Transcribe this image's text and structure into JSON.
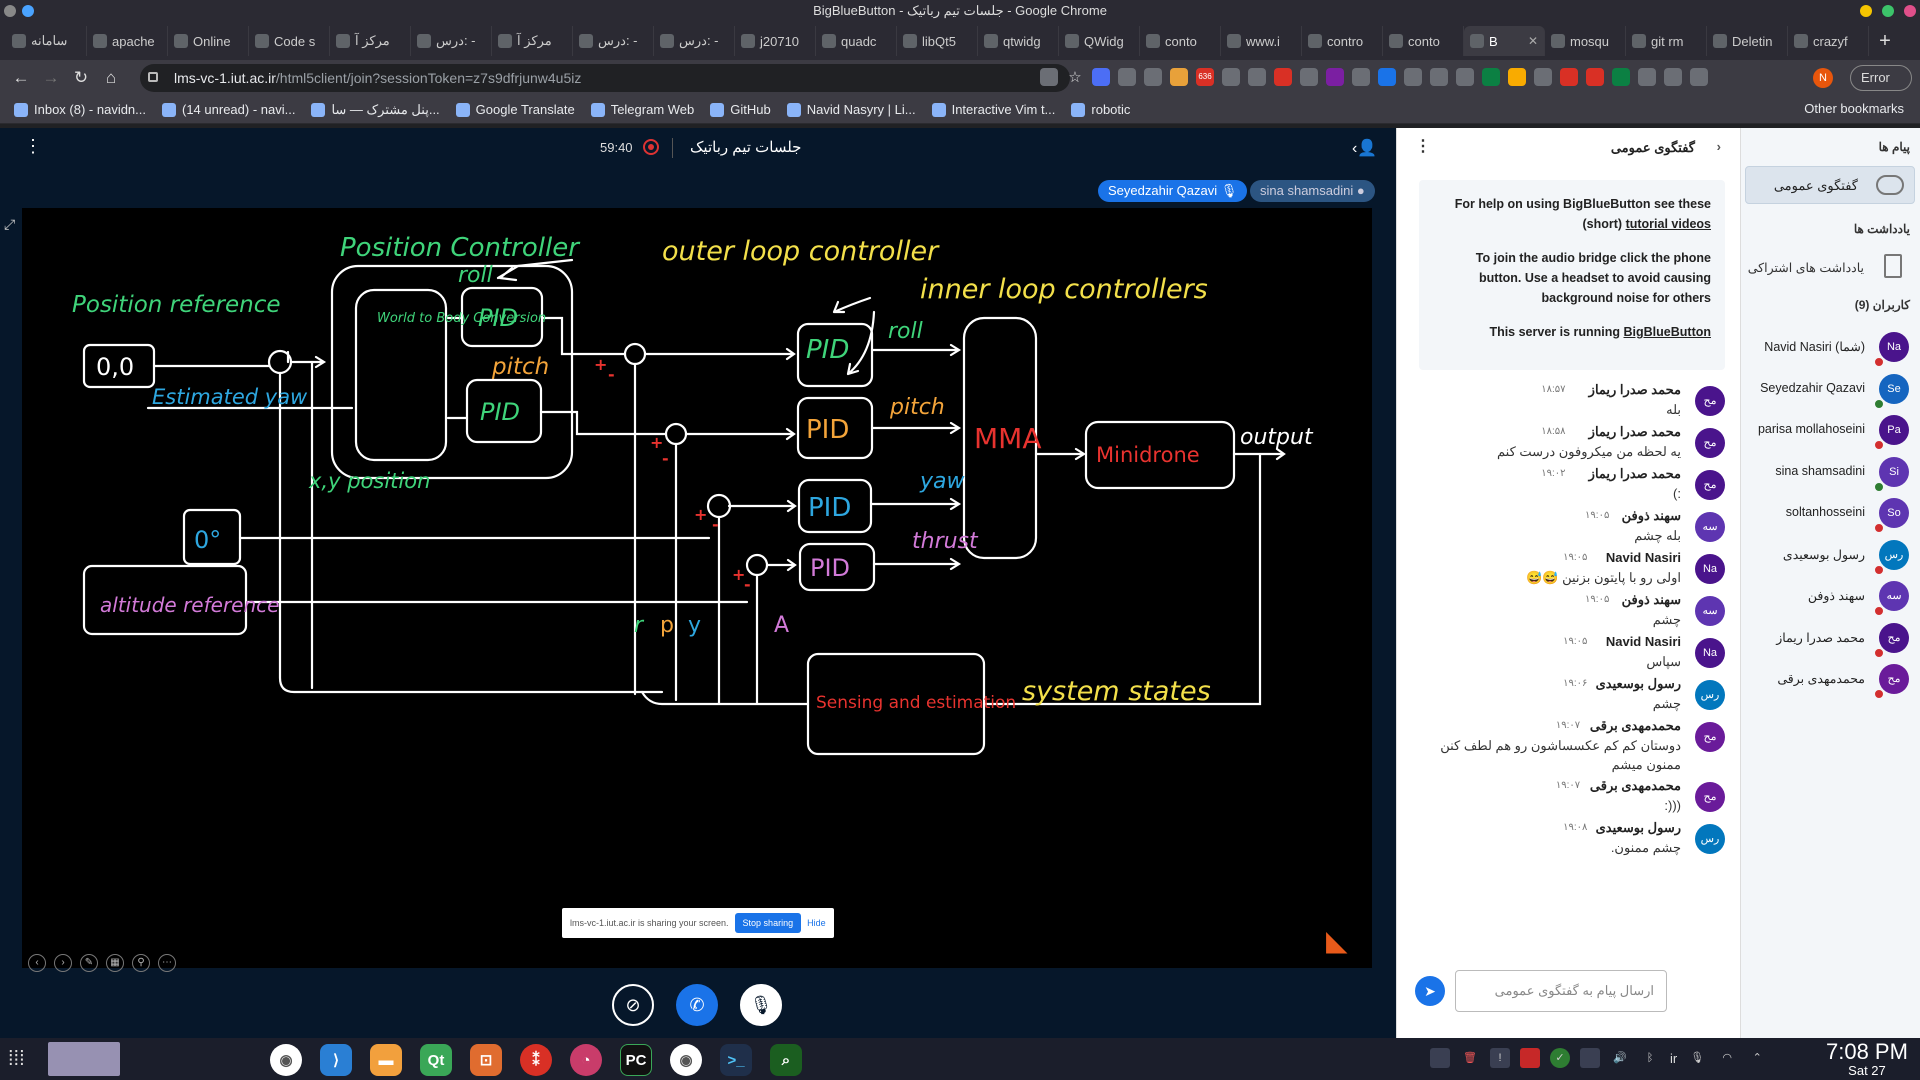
{
  "window": {
    "title": "BigBlueButton - جلسات تیم رباتیک - Google Chrome"
  },
  "tabs": [
    {
      "label": "سامانه"
    },
    {
      "label": "apache"
    },
    {
      "label": "Online"
    },
    {
      "label": "Code s"
    },
    {
      "label": "مرکز آ"
    },
    {
      "label": "درس: -"
    },
    {
      "label": "مرکز آ"
    },
    {
      "label": "درس: -"
    },
    {
      "label": "درس: -"
    },
    {
      "label": "j20710"
    },
    {
      "label": "quadc"
    },
    {
      "label": "libQt5"
    },
    {
      "label": "qtwidg"
    },
    {
      "label": "QWidg"
    },
    {
      "label": "conto"
    },
    {
      "label": "www.i"
    },
    {
      "label": "contro"
    },
    {
      "label": "conto"
    },
    {
      "label": "B"
    },
    {
      "label": "mosqu"
    },
    {
      "label": "git rm"
    },
    {
      "label": "Deletin"
    },
    {
      "label": "crazyf"
    }
  ],
  "omnibox": {
    "host": "lms-vc-1.iut.ac.ir",
    "path": "/html5client/join?sessionToken=z7s9dfrjunw4u5iz"
  },
  "browser": {
    "error_label": "Error",
    "profile_initial": "N",
    "badge_count": "636"
  },
  "bookmarks": [
    {
      "label": "Inbox (8) - navidn..."
    },
    {
      "label": "(14 unread) - navi..."
    },
    {
      "label": "پنل مشترک — سا..."
    },
    {
      "label": "Google Translate"
    },
    {
      "label": "Telegram Web"
    },
    {
      "label": "GitHub"
    },
    {
      "label": "Navid Nasyry | Li..."
    },
    {
      "label": "Interactive Vim t..."
    },
    {
      "label": "robotic"
    }
  ],
  "other_bookmarks": "Other bookmarks",
  "meeting": {
    "title": "جلسات تیم رباتیک",
    "recording_time": "59:40"
  },
  "talkers": [
    {
      "name": "Seyedzahir Qazavi",
      "active": true
    },
    {
      "name": "sina shamsadini",
      "active": false
    }
  ],
  "whiteboard": {
    "labels": {
      "position_controller": "Position Controller",
      "outer_loop": "outer loop controller",
      "inner_loop": "inner loop controllers",
      "position_reference": "Position reference",
      "origin": "0,0",
      "estimated_yaw": "Estimated yaw",
      "world_to_body": "World to Body Conversion",
      "roll": "roll",
      "pitch": "pitch",
      "yaw": "yaw",
      "thrust": "thrust",
      "pid": "PID",
      "xy_position": "x,y position",
      "zero_deg": "0°",
      "altitude_reference": "altitude reference",
      "mma": "MMA",
      "minidrone": "Minidrone",
      "output": "output",
      "sensing": "Sensing and estimation",
      "system_states": "system states",
      "r": "r",
      "p": "p",
      "y": "y",
      "a": "A"
    }
  },
  "screenshare": {
    "text": "lms-vc-1.iut.ac.ir is sharing your screen.",
    "stop": "Stop sharing",
    "hide": "Hide"
  },
  "chat": {
    "title": "گفتگوی عمومی",
    "welcome": {
      "p1": "For help on using BigBlueButton see these (short)",
      "p1_link": "tutorial videos",
      "p2": "To join the audio bridge click the phone button. Use a headset to avoid causing background noise for others",
      "p3": "This server is running",
      "p3_link": "BigBlueButton"
    },
    "messages": [
      {
        "name": "محمد صدرا ریماز",
        "time": "۱۸:۵۷",
        "text": "بله",
        "initials": "مح",
        "color": "#4a148c"
      },
      {
        "name": "محمد صدرا ریماز",
        "time": "۱۸:۵۸",
        "text": "یه لحظه من میکروفون درست کنم",
        "initials": "مح",
        "color": "#4a148c"
      },
      {
        "name": "محمد صدرا ریماز",
        "time": "۱۹:۰۲",
        "text": ":)",
        "initials": "مح",
        "color": "#4a148c"
      },
      {
        "name": "سهند ذوفن",
        "time": "۱۹:۰۵",
        "text": "بله چشم",
        "initials": "سه",
        "color": "#5e35b1"
      },
      {
        "name": "Navid Nasiri",
        "time": "۱۹:۰۵",
        "text": "اولی رو با پایتون بزنین 😅😅",
        "initials": "Na",
        "color": "#4a148c"
      },
      {
        "name": "سهند ذوفن",
        "time": "۱۹:۰۵",
        "text": "چشم",
        "initials": "سه",
        "color": "#5e35b1"
      },
      {
        "name": "Navid Nasiri",
        "time": "۱۹:۰۵",
        "text": "سپاس",
        "initials": "Na",
        "color": "#4a148c"
      },
      {
        "name": "رسول بوسعیدی",
        "time": "۱۹:۰۶",
        "text": "چشم",
        "initials": "رس",
        "color": "#0277bd"
      },
      {
        "name": "محمدمهدی برقی",
        "time": "۱۹:۰۷",
        "text": "دوستان کم کم عکسساشون رو هم لطف کنن ممنون میشم",
        "initials": "مح",
        "color": "#6a1b9a"
      },
      {
        "name": "محمدمهدی برقی",
        "time": "۱۹:۰۷",
        "text": "(((:",
        "initials": "مح",
        "color": "#6a1b9a"
      },
      {
        "name": "رسول بوسعیدی",
        "time": "۱۹:۰۸",
        "text": "چشم ممنون.",
        "initials": "رس",
        "color": "#0277bd"
      }
    ],
    "input_placeholder": "ارسال پیام به گفتگوی عمومی"
  },
  "userpanel": {
    "messages_header": "پیام ها",
    "public_chat": "گفتگوی عمومی",
    "notes_header": "یادداشت ها",
    "shared_notes": "یادداشت های اشتراکی",
    "users_header": "کاربران (9)",
    "users": [
      {
        "name": "Navid Nasiri (شما)",
        "initials": "Na",
        "color": "#4a148c",
        "status": "#d32f2f"
      },
      {
        "name": "Seyedzahir Qazavi",
        "initials": "Se",
        "color": "#1565c0",
        "status": "#2e7d32"
      },
      {
        "name": "parisa mollahoseini",
        "initials": "Pa",
        "color": "#4a148c",
        "status": "#d32f2f"
      },
      {
        "name": "sina shamsadini",
        "initials": "Si",
        "color": "#5e35b1",
        "status": "#2e7d32"
      },
      {
        "name": "soltanhosseini",
        "initials": "So",
        "color": "#5e35b1",
        "status": "#d32f2f"
      },
      {
        "name": "رسول بوسعیدی",
        "initials": "رس",
        "color": "#0277bd",
        "status": "#d32f2f"
      },
      {
        "name": "سهند ذوفن",
        "initials": "سه",
        "color": "#5e35b1",
        "status": "#d32f2f"
      },
      {
        "name": "محمد صدرا ریماز",
        "initials": "مح",
        "color": "#4a148c",
        "status": "#d32f2f"
      },
      {
        "name": "محمدمهدی برقی",
        "initials": "مح",
        "color": "#6a1b9a",
        "status": "#d32f2f"
      }
    ]
  },
  "taskbar": {
    "time": "7:08 PM",
    "date": "Sat 27",
    "lang": "ir"
  }
}
